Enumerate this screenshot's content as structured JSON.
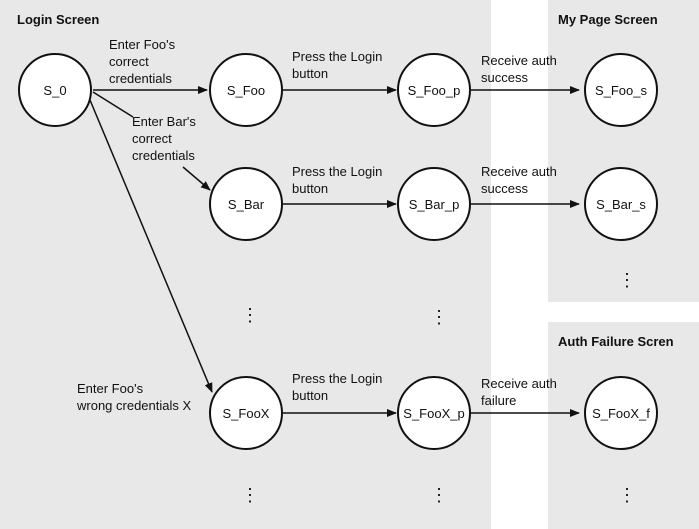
{
  "regions": {
    "login_title": "Login Screen",
    "mypage_title": "My Page Screen",
    "authfail_title": "Auth Failure Scren"
  },
  "nodes": {
    "s0": "S_0",
    "sfoo": "S_Foo",
    "sfoo_p": "S_Foo_p",
    "sfoo_s": "S_Foo_s",
    "sbar": "S_Bar",
    "sbar_p": "S_Bar_p",
    "sbar_s": "S_Bar_s",
    "sfoox": "S_FooX",
    "sfoox_p": "S_FooX_p",
    "sfoox_f": "S_FooX_f"
  },
  "edges": {
    "foo_correct": "Enter Foo's\ncorrect\ncredentials",
    "bar_correct": "Enter Bar's\ncorrect\ncredentials",
    "foo_wrong": "Enter Foo's\nwrong credentials X",
    "press_login_1": "Press the Login\nbutton",
    "press_login_2": "Press the Login\nbutton",
    "press_login_3": "Press the Login\nbutton",
    "auth_success_1": "Receive auth\nsuccess",
    "auth_success_2": "Receive auth\nsuccess",
    "auth_failure": "Receive auth\nfailure"
  },
  "ellipsis": "⋮",
  "colors": {
    "region": "#e8e8e8",
    "stroke": "#111111",
    "node_fill": "#ffffff"
  }
}
